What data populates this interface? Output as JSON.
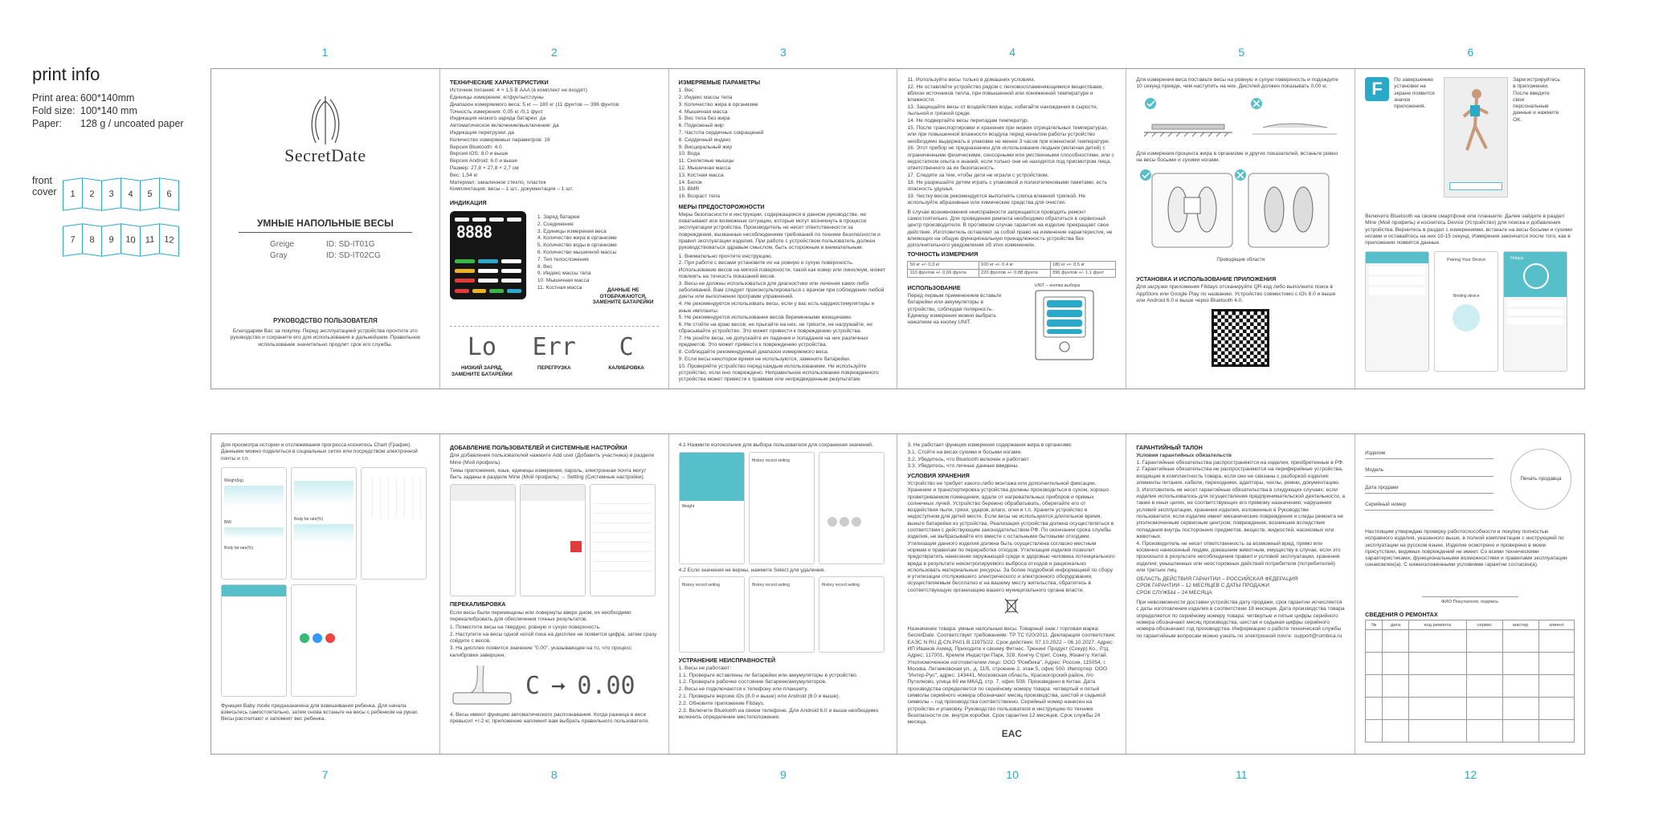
{
  "print_info": {
    "title": "print info",
    "rows": [
      {
        "label": "Print area:",
        "value": "600*140mm"
      },
      {
        "label": "Fold size:",
        "value": "100*140 mm"
      },
      {
        "label": "Paper:",
        "value": "128 g / uncoated paper"
      }
    ],
    "front_cover_label": "front cover",
    "fold_top": [
      "1",
      "2",
      "3",
      "4",
      "5",
      "6"
    ],
    "fold_bottom": [
      "7",
      "8",
      "9",
      "10",
      "11",
      "12"
    ]
  },
  "page_numbers_top": [
    "1",
    "2",
    "3",
    "4",
    "5",
    "6"
  ],
  "page_numbers_bottom": [
    "7",
    "8",
    "9",
    "10",
    "11",
    "12"
  ],
  "colors": {
    "accent": "#2aa9c9",
    "border": "#9a9a9a"
  },
  "cover": {
    "brand": "SecretDate",
    "product_title": "УМНЫЕ НАПОЛЬНЫЕ ВЕСЫ",
    "variants": [
      {
        "color": "Greige",
        "id": "ID: SD-IT01G"
      },
      {
        "color": "Gray",
        "id": "ID: SD-IT02CG"
      }
    ],
    "guide_title": "РУКОВОДСТВО ПОЛЬЗОВАТЕЛЯ",
    "guide_text": "Благодарим Вас за покупку. Перед эксплуатацией устройства прочтите это руководство и сохраните его для использования в дальнейшем. Правильное использование значительно продлит срок его службы."
  },
  "page2": {
    "spec_title": "ТЕХНИЧЕСКИЕ ХАРАКТЕРИСТИКИ",
    "spec_lines": [
      "Источник питания: 4 × 1,5 В AAA (в комплект не входят)",
      "Единицы измерения: кг/фунты/стоуны",
      "Диапазон измеряемого веса: 5 кг — 180 кг (11 фунтов — 396 фунтов",
      "Точность измерения: 0,05 кг /0,1 фунт",
      "Индикация низкого заряда батареи: да",
      "Автоматическое включение/выключение: да",
      "Индикация перегрузки: да",
      "Количество измеряемых параметров: 16",
      "Версия Bluetooth: 4.0",
      "Версия iOS: 8.0 и выше",
      "Версия Android: 6.0 и выше",
      "Размер: 27,8 × 27,8 × 2,7 см",
      "Вес: 1,54 кг",
      "Материал: закаленное стекло, пластик",
      "Комплектация: весы – 1 шт., документация – 1 шт."
    ],
    "indication_title": "ИНДИКАЦИЯ",
    "display_digits": "8888",
    "indication_items": [
      "1.  Заряд батареи",
      "2.  Соединение",
      "3.  Единицы измерения веса",
      "4.  Количество жира в организме",
      "5.  Количество воды в организме",
      "6.  Количество мышечной массы",
      "7.  Тип телосложения",
      "8.  Вес",
      "9.  Индекс массы тела",
      "10. Мышечная масса",
      "11. Костная масса"
    ],
    "no_display_note": "ДАННЫЕ НЕ ОТОБРАЖАЮТСЯ, ЗАМЕНИТЕ БАТАРЕЙКИ",
    "codes": [
      {
        "symbol": "Lo",
        "caption": "НИЗКИЙ ЗАРЯД, ЗАМЕНИТЕ БАТАРЕЙКИ"
      },
      {
        "symbol": "Err",
        "caption": "ПЕРЕГРУЗКА"
      },
      {
        "symbol": "C",
        "caption": "КАЛИБРОВКА"
      }
    ]
  },
  "page3": {
    "params_title": "ИЗМЕРЯЕМЫЕ ПАРАМЕТРЫ",
    "params": [
      "1.  Вес",
      "2.  Индекс массы тела",
      "3.  Количество жира в организме",
      "4.  Мышечная масса",
      "5.  Вес тела без жира",
      "6.  Подкожный жир",
      "7.  Частота сердечных сокращений",
      "8.  Сердечный индекс",
      "9.  Висцеральный жир",
      "10. Вода",
      "11. Скелетные мышцы",
      "12. Мышечная масса",
      "13. Костная масса",
      "14. Белок",
      "15. BMR",
      "16. Возраст тела"
    ],
    "precautions_title": "МЕРЫ ПРЕДОСТОРОЖНОСТИ",
    "precautions_intro": "Меры безопасности и инструкции, содержащиеся в данном руководстве, не охватывают все возможные ситуации, которые могут возникнуть в процессе эксплуатации устройства. Производитель не несет ответственности за повреждения, вызванные несоблюдением требований по технике безопасности и правил эксплуатации изделия. При работе с устройством пользователь должен руководствоваться здравым смыслом, быть осторожным и внимательным.",
    "precautions": [
      "1.  Внимательно прочтите инструкцию.",
      "2.  При работе с весами установите их на ровную и сухую поверхность. Использование весов на мягкой поверхности, такой как ковер или линолеум, может повлиять на точность показаний весов.",
      "3.  Весы не должны использоваться для диагностики или лечения каких-либо заболеваний. Вам следует проконсультироваться с врачом при соблюдении любой диеты или выполнении программ упражнений.",
      "4.  Не рекомендуется использовать весы, если у вас есть кардиостимуляторы и иные импланты.",
      "5.  Не рекомендуется использование весов беременными женщинами.",
      "6.  Не стойте на краю весов; не прыгайте на них, не трясите, не нагружайте, не сбрасывайте устройство. Это может привести к повреждению устройства.",
      "7.  Не ронйте весы, не допускайте их падения и попадания на них различных предметов. Это может привести к повреждению устройства.",
      "8.  Соблюдайте рекомендуемый диапазон измеряемого веса.",
      "9.  Если весы некоторое время не используются, замените батарейки.",
      "10. Проверяйте устройство перед каждым использованием. Не используйте устройство, если оно повреждено. Неправильное использование поврежденного устройства может привести к травмам или непредвиденным результатам."
    ]
  },
  "page4": {
    "items": [
      "11. Используйте весы только в домашних условиях.",
      "12. Не оставляйте устройство рядом с легковоспламеняющимися веществами, вблизи источников тепла, при повышенной или пониженной температуре и влажности.",
      "13. Защищайте весы от воздействия воды, избегайте нахождения в сырости, пыльной и грязной среде.",
      "14. Не подвергайте весы перепадам температур.",
      "15. После транспортировки и хранения при низких отрицательных температурах, или при повышенной влажности воздуха перед началом работы устройство необходимо выдержать в упаковке не менее 3 часов при комнатной температуре.",
      "16. Этот прибор не предназначен для использования людьми (включая детей) с ограниченными физическими, сенсорными или умственными способностями, или с недостатком опыта и знаний, если только они не находятся под присмотром лица, ответственного за их безопасность.",
      "17. Следите за тем, чтобы дети не играли с устройством.",
      "18. Не разрешайте детям играть с упаковкой и полиэтиленовыми пакетами, есть опасность удушья.",
      "19. Чистку весов рекомендуется выполнять слегка влажной тряпкой. Не используйте абразивные или химические средства для очистки."
    ],
    "warning": "В случае возникновения неисправности запрещается проводить ремонт самостоятельно. Для проведения ремонта необходимо обратиться в сервисный центр производителя. В противном случае гарантия на изделие прекращает свое действие. Изготовитель оставляет за собой право на изменение характеристик, не влияющих на общую функциональную принадлежность устройства без дополнительного уведомления об этих изменениях.",
    "accuracy_title": "ТОЧНОСТЬ ИЗМЕРЕНИЯ",
    "accuracy_table": [
      [
        "50 кг +/- 0,3 кг",
        "100 кг +/- 0,4 кг",
        "180 кг +/- 0,5 кг"
      ],
      [
        "110 фунтов +/- 0,66 фунта",
        "220 фунтов +/- 0,88 фунта",
        "396 фунтов +/- 1,1 фунт"
      ]
    ],
    "usage_title": "ИСПОЛЬЗОВАНИЕ",
    "usage_text": "Перед первым применением вставьте батарейки или аккумуляторы в устройство, соблюдая полярность. Единицу измерения можно выбрать нажатием на кнопку UNIT.",
    "unit_caption": "UNIT – кнопка выбора"
  },
  "page5": {
    "intro": "Для измерения веса поставьте весы на ровную и сухую поверхность и подождите 10 секунд прежде, чем наступить на них. Дисплей должен показывать 0,00 кг.",
    "barefoot": "Для измерения процента жира в организме и других показателей, встаньте ровно на весы босыми и сухими ногами.",
    "conductive": "Проводящие области",
    "app_title": "УСТАНОВКА И ИСПОЛЬЗОВАНИЕ ПРИЛОЖЕНИЯ",
    "app_text": "Для загрузки приложения Fitdays отсканируйте QR-код либо выполните поиск в AppStore или Google Play по названию. Устройство совместимо с iOs 8.0 и выше или Android 6.0 и выше через Bluetooth 4.0."
  },
  "page6": {
    "note_left": "По завершению установки на экране появится значок приложения.",
    "note_right": "Зарегистрируйтесь в приложении. После введите свои персональные данные и нажмите ОК.",
    "bluetooth_text": "Включите Bluetooth на своем смартфоне или планшете. Далее зайдите в раздел Mine (Мой профиль) и коснитесь Device (Устройство) для поиска и добавления устройства. Вернитесь в раздел с измерениями, встаньте на весы босыми и сухими ногами и оставайтесь на них 10-15 секунд. Измерения закончатся после того, как в приложении появятся данные.",
    "pairing_title": "Pairing Your Device",
    "binding": "Binding device",
    "app_name": "Fitdays"
  },
  "page7": {
    "intro": "Для просмотра истории и отслеживания прогресса коснитесь Chart (График). Данными можно поделиться в социальных сетях или посредством электронной почты и т.п.",
    "baby": "Функция Baby mode предназначена для взвешивания ребенка. Для начала взвесьтесь самостоятельно, затем снова встаньте на весы с ребенком на руках. Весы рассчитают и запомнят вес ребенка.",
    "chart_labels": [
      "Weight(kg)",
      "BMI",
      "Body fat rate(%)",
      "Body fat rate(%)"
    ]
  },
  "page8": {
    "title": "ДОБАВЛЕНИЕ ПОЛЬЗОВАТЕЛЕЙ И СИСТЕМНЫЕ НАСТРОЙКИ",
    "text1": "Для добавления пользователей нажмите Add user (Добавить участника) в разделе Mine (Мой профиль).",
    "text2": "Темы приложения, язык, единицы измерения, пароль, электронная почта могут быть заданы в разделе Mine (Мой профиль) → Setting (Системные настройки).",
    "recal_title": "ПЕРЕКАЛИБРОВКА",
    "recal_text": "Если весы были перемещены или повернуты вверх дном, их необходимо перекалибровать для обеспечения точных результатов.",
    "recal_steps": [
      "1.  Поместите весы на твердую, ровную и сухую поверхность.",
      "2.  Наступите на весы одной ногой пока на дисплее не появится цифра, затем сразу сойдите с весов.",
      "3.  На дисплее появится значение \"0.00\", указывающее на то, что процесс калибровки завершен."
    ],
    "seg_c": "C",
    "seg_zero": "0.00",
    "auto_text": "4.  Весы имеют функцию автоматического распознавания. Когда разница в весе превысит +/-2 кг, приложение напомнит вам выбрать правильного пользователя."
  },
  "page9": {
    "step1": "4.1  Нажмите колокольчик для выбора пользователя для сохранения значений.",
    "step2": "4.2  Если значения не верны, нажмите Select для удаления.",
    "trouble_title": "УСТРАНЕНИЕ НЕИСПРАВНОСТЕЙ",
    "trouble": [
      "1.  Весы не работают:",
      "1.1.  Проверьте вставлены ли батарейки или аккумуляторы в устройство.",
      "1.2.  Проверьте рабочее состояние батареек/аккумуляторов.",
      "2.  Весы не подключаются к телефону или планшету.",
      "2.1.  Проверьте версию iOs (8.0 и выше) или Android (6.0 и выше).",
      "2.2.  Обновите приложение Fitdays.",
      "2.3.  Включите Bluetooth на своем телефоне. Для Android 6.0 и выше необходимо включить определение местоположения."
    ],
    "history_title": "History record setting",
    "weight_label": "Weight"
  },
  "page10": {
    "items": [
      "3.  Не работает функция измерения содержания жира в организме:",
      "3.1.  Стойте на весах сухими и босыми ногами.",
      "3.2.  Убедитесь, что Bluetooth включен и работает.",
      "3.3.  Убедитесь, что личные данные введены."
    ],
    "storage_title": "УСЛОВИЯ ХРАНЕНИЯ",
    "storage_text": "Устройство не требует какого-либо монтажа или дополнительной фиксации. Хранение и транспортировка устройства должны производиться в сухом, хорошо проветриваемом помещении, вдали от нагревательных приборов и прямых солнечных лучей. Устройство бережно обрабатывать, оберегайте его от воздействия пыли, грязи, ударов, влаги, огня и т.п. Храните устройство в недоступном для детей месте. Если весы не используются длительное время, выньте батарейки из устройства. Реализация устройства должна осуществляться в соответствии с действующим законодательством РФ. По окончании срока службы изделия, не выбрасывайте его вместе с остальными бытовыми отходами. Утилизация данного изделия должна быть осуществлена согласно местным нормам и правилам по переработке отходов. Утилизация изделия позволит предотвратить нанесение окружающей среде и здоровью человека потенциального вреда в результате неконтролируемого выброса отходов и рационально использовать материальные ресурсы. За более подробной информацией по сбору и утилизации отслужившего электрического и электронного оборудования, осуществляемым бесплатно и на вашему месту жительства, обратитесь в соответствующую организацию вашего муниципального органа власти.",
    "product_info": "Назначение товара: умные напольные весы. Товарный знак / торговая марка: SecretDate. Соответствует требованиям: ТР ТС 020/2011. Декларация соответствия: ЕАЭС N RU Д-CN.РА01.В.11975/22. Срок действия: 07.10.2022 – 06.10.2027. Адрес: ИП Иванов Ахмед. Приходите к своему Фитнес. Тренинг Продукт (Сокур) Ко., Лтд. Адрес: 117001, Кремли Индастри Парк, 328. Конгчу Стрит, Сокку, Жианггу. Китай. Уполномоченное изготовителем лицо: ООО \"Ромбика\". Адрес: Россия, 115054, г. Москва, Летниковская ул., д. 11/5, строение 2, этаж 5, офис 500. Импортер: ООО \"Интер-Рус\", адрес: 143441, Московская область, Красногорский район, п/о Путилково, улица 69 км МКАД, стр. 7, офис 508. Произведено в Китае. Дата производства определяется по серийному номеру товара: четвертый и пятый символы серийного номера обозначают месяц производства, шестой и седьмой символы – год производства соответственно. Серийный номер нанесен на устройство и упаковку. Руководство пользователя и инструкцию по технике безопасности см. внутри коробки. Срок гарантии 12 месяцев. Срок службы 24 месяца.",
    "eac": "EAC"
  },
  "page11": {
    "title": "ГАРАНТИЙНЫЙ ТАЛОН",
    "subtitle": "Условия гарантийных обязательств",
    "items": [
      "1.  Гарантийные обязательства распространяются на изделия, приобретенные в РФ.",
      "2.  Гарантийные обязательства не распространяются на периферийные устройства, входящие в комплектность товара, если они не связаны с разборкой изделия: элементы питания, кабели, переходники, адаптеры, чехлы, ремни, документацию.",
      "3.  Изготовитель не несет гарантийные обязательства в следующих случаях: если изделие использовалось для осуществления предпринимательской деятельности, а также в иных целях, не соответствующих его прямому назначению; нарушения условий эксплуатации, хранения изделия, изложенных в Руководстве пользователя; если изделие имеет механические повреждения и следы ремонта не уполномоченным сервисным центром; повреждения, возникшие вследствие попадания внутрь посторонних предметов, веществ, жидкостей, насекомых или животных.",
      "4.  Производитель не несет ответственность за возможный вред, прямо или косвенно нанесенный людям, домашним животным, имуществу в случае, если это произошло в результате несоблюдения правил и условий эксплуатации, хранения изделия; умышленных или неосторожных действий потребителя (потребителей) или третьих лиц."
    ],
    "territory": "ОБЛАСТЬ ДЕЙСТВИЯ ГАРАНТИИ – РОССИЙСКАЯ ФЕДЕРАЦИЯ",
    "warranty_period": "СРОК ГАРАНТИИ – 12 МЕСЯЦЕВ С ДАТЫ ПРОДАЖИ",
    "service_life": "СРОК СЛУЖБЫ – 24 МЕСЯЦА",
    "footer": "При невозможности доставки устройства дату продажи, срок гарантии исчисляется с даты изготовления изделия в соответствии 18 месяцев. Дата производства товара определяется по серийному номеру товара: четвертые и пятые цифры серийного номера обозначают месяц производства, шестая и седьмая цифры серийного номера обозначают год производства. Информацию о работе технической службы по гарантийным вопросам можно узнать по электронной почте: support@rombica.ru"
  },
  "page12": {
    "fields": [
      "Изделие",
      "Модель",
      "Дата продажи",
      "Серийный номер"
    ],
    "stamp": "Печать продавца",
    "confirm_text": "Настоящим утверждаю проверку работоспособности и покупку полностью исправного изделия, указанного выше, в полной комплектации с инструкцией по эксплуатации на русском языке. Изделие осмотрено и проверено в моем присутствии, видимых повреждений не имеет. Со всеми техническими характеристиками, функциональными возможностями и правилами эксплуатации ознакомлен(а). С нижеизложенными условиями гарантии согласен(а).",
    "signature": "ФИО Покупателя, подпись",
    "repairs_title": "СВЕДЕНИЯ О РЕМОНТАХ",
    "repairs_headers": [
      "№",
      "дата",
      "код ремонта",
      "сервис",
      "мастер",
      "клиент"
    ]
  }
}
